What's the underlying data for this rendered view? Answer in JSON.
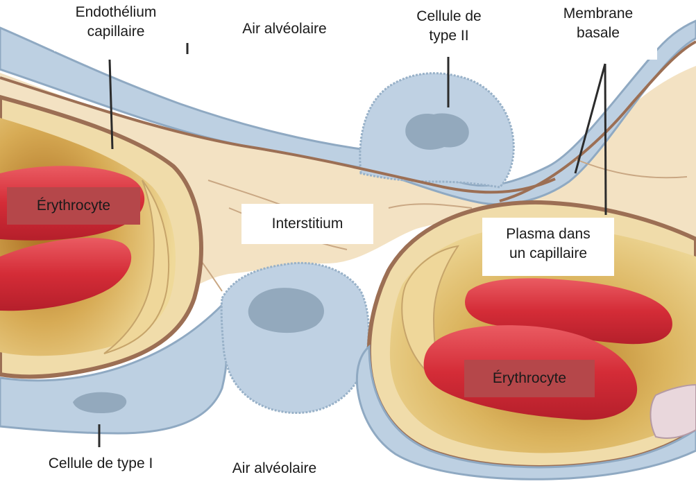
{
  "labels": {
    "endothelium": "Endothélium\ncapillaire",
    "alveolar_air_top": "Air alvéolaire",
    "type2_cell": "Cellule de\ntype II",
    "basement_membrane": "Membrane\nbasale",
    "erythrocyte_left": "Érythrocyte",
    "interstitium": "Interstitium",
    "plasma": "Plasma dans\nun capillaire",
    "erythrocyte_right": "Érythrocyte",
    "type1_cell": "Cellule de type I",
    "alveolar_air_bottom": "Air alvéolaire"
  },
  "colors": {
    "epithelium": "#bccfe0",
    "epithelium_stroke": "#8fa9c2",
    "interstitium": "#f2e0bf",
    "membrane": "#9c6f54",
    "plasma": "#e8d28c",
    "plasma_dark": "#b8862f",
    "erythrocyte": "#d8343e",
    "label_red_box": "#b5474a"
  }
}
